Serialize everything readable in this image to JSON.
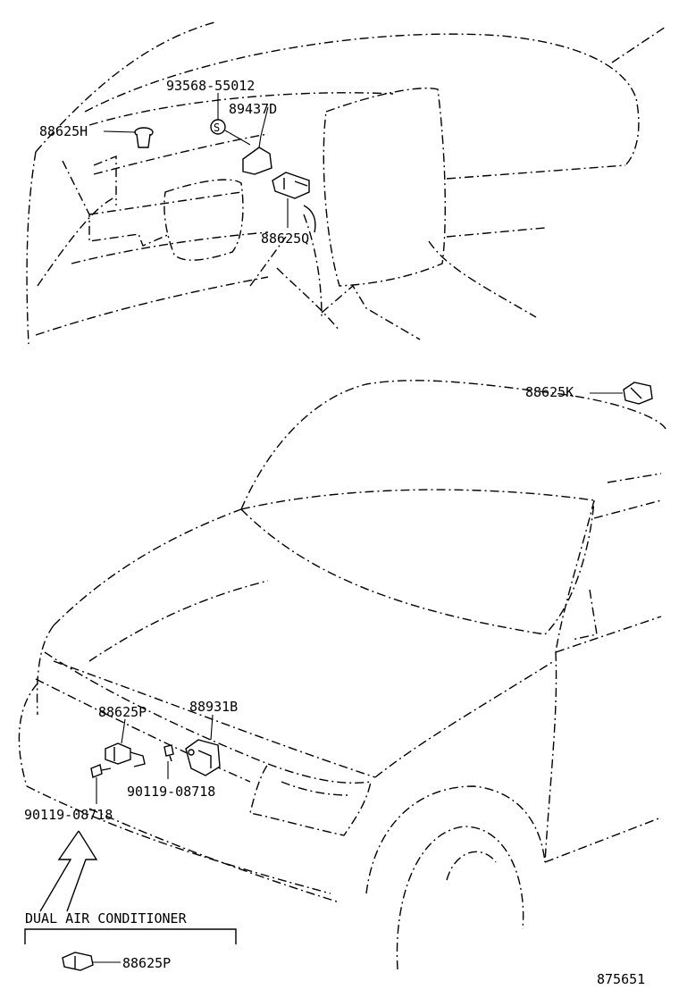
{
  "diagram": {
    "callouts": {
      "c_93568": "93568-55012",
      "c_89437D": "89437D",
      "c_88625H": "88625H",
      "c_88625Q": "88625Q",
      "c_88625K": "88625K",
      "c_88625P_front": "88625P",
      "c_88931B": "88931B",
      "c_90119_right": "90119-08718",
      "c_90119_left": "90119-08718",
      "c_88625P_dual": "88625P"
    },
    "screw_symbol": "S",
    "section_label": "DUAL AIR CONDITIONER",
    "figure_number": "875651"
  }
}
